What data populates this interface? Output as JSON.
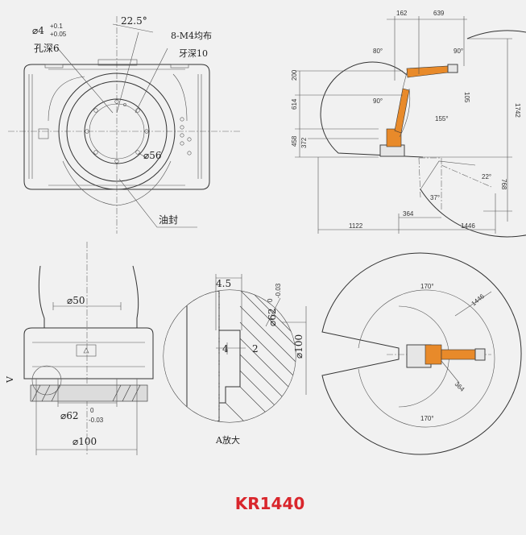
{
  "top_left_view": {
    "hole_dia": "⌀4",
    "hole_tol_upper": "+0.1",
    "hole_tol_lower": "+0.05",
    "hole_depth": "孔深6",
    "angle": "22.5°",
    "thread": "8-M4均布",
    "thread_depth": "牙深10",
    "inner_dia": "⌀56",
    "oil_seal": "油封"
  },
  "top_right_view": {
    "dims": {
      "d162": "162",
      "d639": "639",
      "d200": "200",
      "d614": "614",
      "d458": "458",
      "d372": "372",
      "d1742": "1742",
      "d768": "768",
      "d105": "105",
      "d364": "364",
      "d1122": "1122",
      "d1446": "1446"
    },
    "angles": {
      "a80": "80°",
      "a90_top": "90°",
      "a90_mid": "90°",
      "a155": "155°",
      "a22": "22°",
      "a37": "37°"
    }
  },
  "bottom_left_view": {
    "dia50": "⌀50",
    "dia62": "⌀62",
    "dia62_tol_upper": "0",
    "dia62_tol_lower": "-0.03",
    "dia100": "⌀100",
    "side_label": "V"
  },
  "detail_view": {
    "d45": "4.5",
    "d4": "4",
    "d2": "2",
    "dia62": "⌀62",
    "dia62_tol_upper": "0",
    "dia62_tol_lower": "-0.03",
    "dia100": "⌀100",
    "caption": "A放大"
  },
  "plan_view": {
    "angle_top": "170°",
    "angle_bottom": "170°",
    "radius": "1446",
    "d364": "364"
  },
  "model_title": "KR1440",
  "colors": {
    "title_red": "#d9262c",
    "robot_orange": "#e88a2a",
    "background": "#f1f1f1"
  }
}
